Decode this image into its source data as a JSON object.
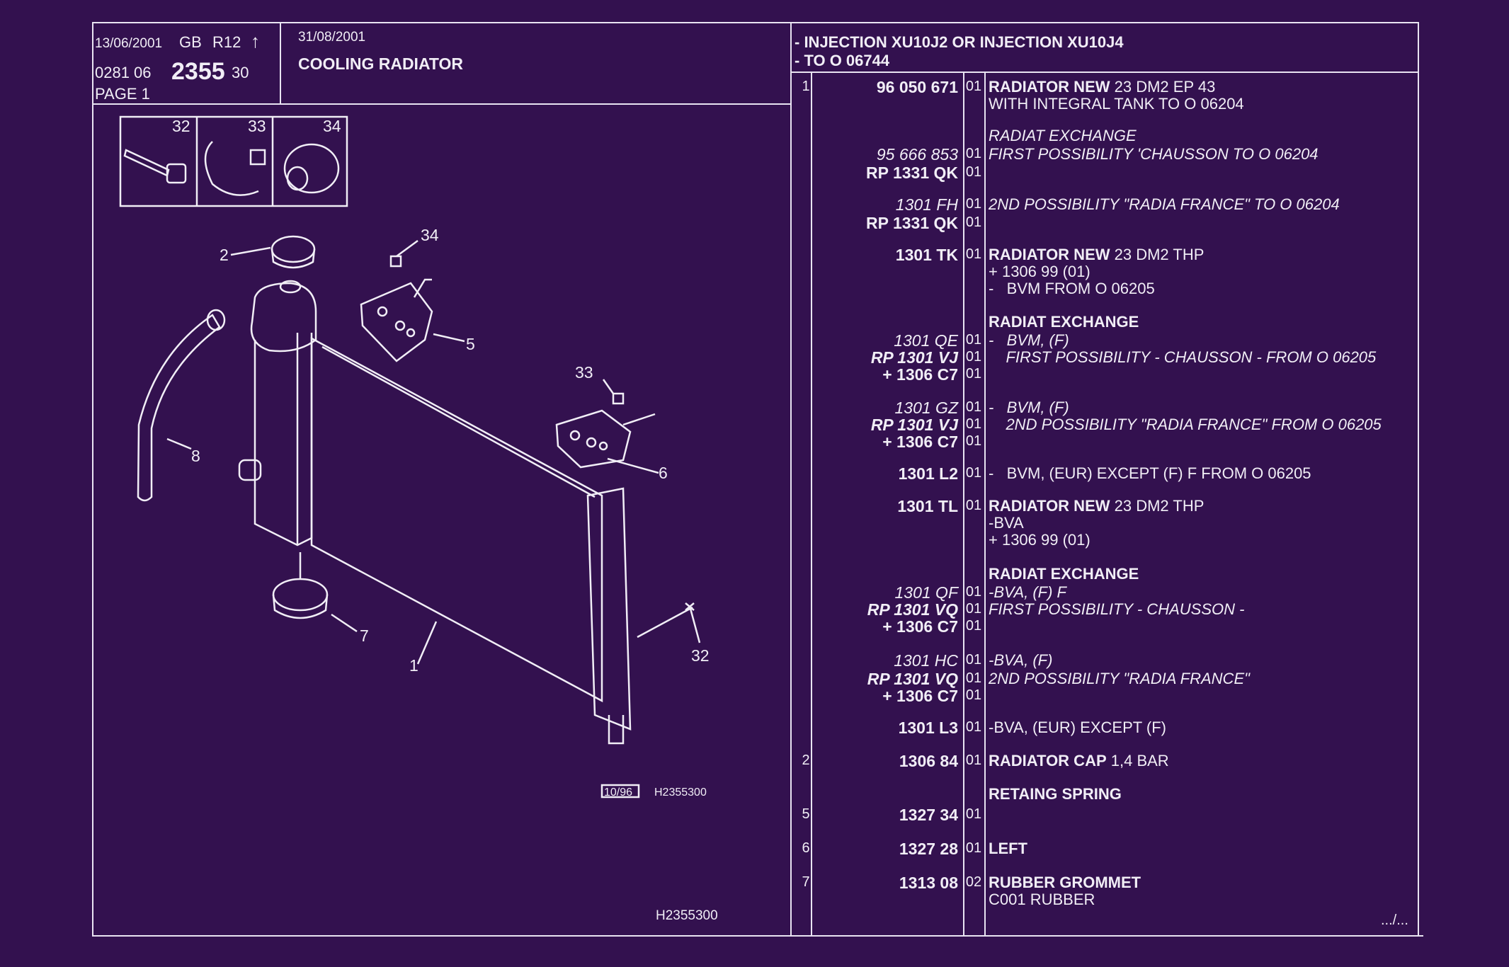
{
  "header": {
    "date_left": "13/06/2001",
    "lang": "GB",
    "r_code": "R12",
    "arrow": "↑",
    "code_prefix": "0281 06",
    "code_main": "2355",
    "code_suffix": "30",
    "page": "PAGE 1",
    "date_right": "31/08/2001",
    "section_title": "COOLING RADIATOR",
    "applicability_line1": "- INJECTION XU10J2 OR INJECTION XU10J4",
    "applicability_line2": "- TO O 06744"
  },
  "diagram": {
    "inset_labels": [
      "32",
      "33",
      "34"
    ],
    "callouts": [
      "1",
      "2",
      "5",
      "6",
      "7",
      "8",
      "32",
      "33",
      "34"
    ],
    "revision_box": "10/96",
    "figure_ref": "H2355300",
    "footer_ref": "H2355300"
  },
  "rows": [
    {
      "ref": "1",
      "pn": "96 050 671",
      "qty": "01",
      "desc_bold": "RADIATOR NEW",
      "desc_rest": " 23 DM2 EP 43",
      "italic": false
    },
    {
      "ref": "",
      "pn": "",
      "qty": "",
      "desc_bold": "",
      "desc_rest": "WITH INTEGRAL TANK TO O 06204",
      "italic": false
    },
    {
      "ref": "",
      "pn": "",
      "qty": "",
      "desc_bold": "",
      "desc_rest": "RADIAT EXCHANGE",
      "italic": true
    },
    {
      "ref": "",
      "pn": "95 666 853",
      "qty": "01",
      "desc_bold": "",
      "desc_rest": "FIRST POSSIBILITY 'CHAUSSON TO O 06204",
      "italic": true
    },
    {
      "ref": "",
      "pn": "RP 1331 QK",
      "qty": "01",
      "desc_bold": "",
      "desc_rest": "",
      "italic": false
    },
    {
      "ref": "",
      "pn": "1301 FH",
      "qty": "01",
      "desc_bold": "",
      "desc_rest": "2ND POSSIBILITY \"RADIA FRANCE\" TO O 06204",
      "italic": true
    },
    {
      "ref": "",
      "pn": "RP 1331 QK",
      "qty": "01",
      "desc_bold": "",
      "desc_rest": "",
      "italic": false
    },
    {
      "ref": "",
      "pn": "1301 TK",
      "qty": "01",
      "desc_bold": "RADIATOR NEW",
      "desc_rest": " 23 DM2 THP",
      "italic": false
    },
    {
      "ref": "",
      "pn": "",
      "qty": "",
      "desc_bold": "",
      "desc_rest": "+ 1306 99 (01)",
      "italic": false
    },
    {
      "ref": "",
      "pn": "",
      "qty": "",
      "desc_bold": "",
      "desc_rest": "-   BVM FROM O 06205",
      "italic": false
    },
    {
      "ref": "",
      "pn": "",
      "qty": "",
      "desc_bold": "RADIAT EXCHANGE",
      "desc_rest": "",
      "italic": false
    },
    {
      "ref": "",
      "pn": "1301 QE",
      "qty": "01",
      "desc_bold": "",
      "desc_rest": "-   BVM, (F)",
      "italic": true
    },
    {
      "ref": "",
      "pn": "RP 1301 VJ",
      "qty": "01",
      "desc_bold": "",
      "desc_rest": "    FIRST POSSIBILITY - CHAUSSON - FROM O 06205",
      "italic": true
    },
    {
      "ref": "",
      "pn": "+ 1306 C7",
      "qty": "01",
      "desc_bold": "",
      "desc_rest": "",
      "italic": false
    },
    {
      "ref": "",
      "pn": "1301 GZ",
      "qty": "01",
      "desc_bold": "",
      "desc_rest": "-   BVM, (F)",
      "italic": true
    },
    {
      "ref": "",
      "pn": "RP 1301 VJ",
      "qty": "01",
      "desc_bold": "",
      "desc_rest": "    2ND POSSIBILITY \"RADIA FRANCE\" FROM O 06205",
      "italic": true
    },
    {
      "ref": "",
      "pn": "+ 1306 C7",
      "qty": "01",
      "desc_bold": "",
      "desc_rest": "",
      "italic": false
    },
    {
      "ref": "",
      "pn": "1301 L2",
      "qty": "01",
      "desc_bold": "",
      "desc_rest": "-   BVM, (EUR) EXCEPT (F) F FROM O 06205",
      "italic": false
    },
    {
      "ref": "",
      "pn": "1301 TL",
      "qty": "01",
      "desc_bold": "RADIATOR NEW",
      "desc_rest": " 23 DM2 THP",
      "italic": false
    },
    {
      "ref": "",
      "pn": "",
      "qty": "",
      "desc_bold": "",
      "desc_rest": "-BVA",
      "italic": false
    },
    {
      "ref": "",
      "pn": "",
      "qty": "",
      "desc_bold": "",
      "desc_rest": "+ 1306 99 (01)",
      "italic": false
    },
    {
      "ref": "",
      "pn": "",
      "qty": "",
      "desc_bold": "RADIAT EXCHANGE",
      "desc_rest": "",
      "italic": false
    },
    {
      "ref": "",
      "pn": "1301 QF",
      "qty": "01",
      "desc_bold": "",
      "desc_rest": "-BVA, (F) F",
      "italic": true
    },
    {
      "ref": "",
      "pn": "RP 1301 VQ",
      "qty": "01",
      "desc_bold": "",
      "desc_rest": "FIRST POSSIBILITY - CHAUSSON -",
      "italic": true
    },
    {
      "ref": "",
      "pn": "+ 1306 C7",
      "qty": "01",
      "desc_bold": "",
      "desc_rest": "",
      "italic": false
    },
    {
      "ref": "",
      "pn": "1301 HC",
      "qty": "01",
      "desc_bold": "",
      "desc_rest": "-BVA, (F)",
      "italic": true
    },
    {
      "ref": "",
      "pn": "RP 1301 VQ",
      "qty": "01",
      "desc_bold": "",
      "desc_rest": "2ND POSSIBILITY \"RADIA FRANCE\"",
      "italic": true
    },
    {
      "ref": "",
      "pn": "+ 1306 C7",
      "qty": "01",
      "desc_bold": "",
      "desc_rest": "",
      "italic": false
    },
    {
      "ref": "",
      "pn": "1301 L3",
      "qty": "01",
      "desc_bold": "",
      "desc_rest": "-BVA, (EUR) EXCEPT (F)",
      "italic": false
    },
    {
      "ref": "2",
      "pn": "1306 84",
      "qty": "01",
      "desc_bold": "RADIATOR CAP",
      "desc_rest": " 1,4 BAR",
      "italic": false
    },
    {
      "ref": "",
      "pn": "",
      "qty": "",
      "desc_bold": "RETAING SPRING",
      "desc_rest": "",
      "italic": false
    },
    {
      "ref": "5",
      "pn": "1327 34",
      "qty": "01",
      "desc_bold": "",
      "desc_rest": "",
      "italic": false
    },
    {
      "ref": "6",
      "pn": "1327 28",
      "qty": "01",
      "desc_bold": "LEFT",
      "desc_rest": "",
      "italic": false
    },
    {
      "ref": "7",
      "pn": "1313 08",
      "qty": "02",
      "desc_bold": "RUBBER GROMMET",
      "desc_rest": "",
      "italic": false
    },
    {
      "ref": "",
      "pn": "",
      "qty": "",
      "desc_bold": "",
      "desc_rest": "C001 RUBBER",
      "italic": false
    }
  ],
  "continuation": ".../...",
  "colors": {
    "background": "#33114f",
    "ink": "#f1eef6"
  }
}
